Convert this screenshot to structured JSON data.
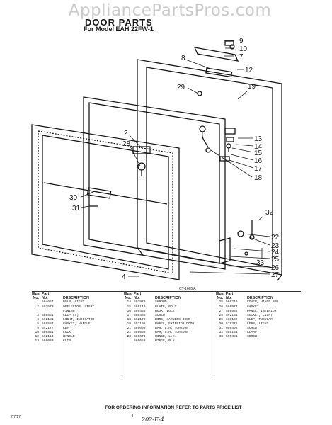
{
  "watermark": "AppliancePartsPros.com",
  "title": "DOOR PARTS",
  "model_line": "For Model EAH 22FW-1",
  "figure_code": "CT-1665 A",
  "callouts": [
    "9",
    "10",
    "7",
    "8",
    "12",
    "29",
    "19",
    "2",
    "28",
    "13",
    "14",
    "15",
    "16",
    "17",
    "18",
    "30",
    "31",
    "32",
    "22",
    "23",
    "24",
    "25",
    "33",
    "26",
    "27",
    "4"
  ],
  "table_headers": {
    "illus_part": "Illus. Part",
    "no": "No.",
    "part_no": "No.",
    "description": "DESCRIPTION"
  },
  "parts_col1": [
    {
      "no": "1",
      "part": "594657",
      "desc": "BULB, LIGHT"
    },
    {
      "no": "2",
      "part": "592570",
      "desc": "DEFLECTOR, LIGHT"
    },
    {
      "no": "",
      "part": "",
      "desc": "FINISH"
    },
    {
      "no": "3",
      "part": "586561",
      "desc": "CLIP (4)"
    },
    {
      "no": "4",
      "part": "592181",
      "desc": "LIGHT, INDICATOR"
    },
    {
      "no": "5",
      "part": "589584",
      "desc": "GASKET, HANDLE"
    },
    {
      "no": "9",
      "part": "642177",
      "desc": "KEY"
    },
    {
      "no": "10",
      "part": "586531",
      "desc": "LOCK"
    },
    {
      "no": "12",
      "part": "592113",
      "desc": "HANDLE"
    },
    {
      "no": "13",
      "part": "586030",
      "desc": "CLIP"
    }
  ],
  "parts_col2": [
    {
      "no": "14",
      "part": "592979",
      "desc": "SHROUD"
    },
    {
      "no": "15",
      "part": "586119",
      "desc": "PLATE, BOLT"
    },
    {
      "no": "16",
      "part": "586468",
      "desc": "HOOK, LOCK"
    },
    {
      "no": "17",
      "part": "680485",
      "desc": "SCREW"
    },
    {
      "no": "18",
      "part": "592179",
      "desc": "WIRE, HARNESS DOOR"
    },
    {
      "no": "19",
      "part": "592198",
      "desc": "PANEL, EXTERIOR DOOR"
    },
    {
      "no": "21",
      "part": "586095",
      "desc": "BAR, L.H. TORSION"
    },
    {
      "no": "22",
      "part": "586096",
      "desc": "BAR, R.H. TORSION"
    },
    {
      "no": "23",
      "part": "586673",
      "desc": "HINGE, L.H."
    },
    {
      "no": "",
      "part": "586659",
      "desc": "HINGE, R.H."
    }
  ],
  "parts_col3": [
    {
      "no": "25",
      "part": "566219",
      "desc": "COVER, HINGE ROD"
    },
    {
      "no": "26",
      "part": "586977",
      "desc": "GASKET"
    },
    {
      "no": "27",
      "part": "586962",
      "desc": "PANEL, INTERIOR"
    },
    {
      "no": "28",
      "part": "592181",
      "desc": "SOCKET, LIGHT"
    },
    {
      "no": "29",
      "part": "681132",
      "desc": "CLIP, TUBULAR"
    },
    {
      "no": "30",
      "part": "579375",
      "desc": "LENS, LIGHT"
    },
    {
      "no": "31",
      "part": "680498",
      "desc": "SCREW"
    },
    {
      "no": "32",
      "part": "586151",
      "desc": "CLAMP"
    },
    {
      "no": "33",
      "part": "595431",
      "desc": "SCREW"
    }
  ],
  "footer": "FOR ORDERING INFORMATION REFER TO PARTS PRICE LIST",
  "page_number": "4",
  "doc_code": "7/7/17",
  "handwritten_note": "202-E-4"
}
